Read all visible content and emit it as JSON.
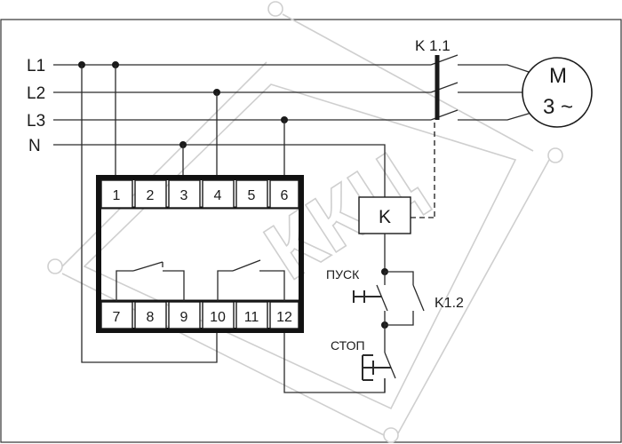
{
  "lines": {
    "l1": "L1",
    "l2": "L2",
    "l3": "L3",
    "n": "N"
  },
  "relay_terminals": {
    "top": [
      "1",
      "2",
      "3",
      "4",
      "5",
      "6"
    ],
    "bottom": [
      "7",
      "8",
      "9",
      "10",
      "11",
      "12"
    ]
  },
  "contactor": {
    "main_contacts": "K 1.1",
    "coil": "K",
    "aux_contact": "K1.2"
  },
  "motor": {
    "letter": "M",
    "phase": "3 ~"
  },
  "buttons": {
    "start": "ПУСК",
    "stop": "СТОП"
  },
  "watermark": "ККЦ"
}
